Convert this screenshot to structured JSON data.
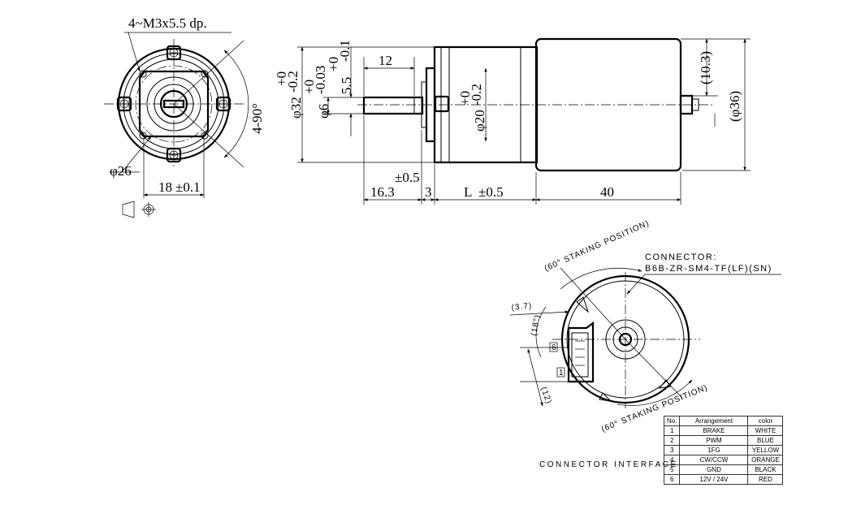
{
  "front_view": {
    "hole_note": "4~M3x5.5 dp.",
    "angle_note": "4-90°",
    "diameter": "φ26",
    "width_dim": "18",
    "width_tol": "±0.1"
  },
  "side_view": {
    "dim_12": "12",
    "dim_shaft_flat": "5.5",
    "dim_shaft_flat_tol_upper": "+0",
    "dim_shaft_flat_tol_lower": "-0.1",
    "dim_shaft_dia": "φ6",
    "dim_shaft_dia_tol_upper": "+0",
    "dim_shaft_dia_tol_lower": "-0.03",
    "dim_gearbox_dia": "φ32",
    "dim_gearbox_dia_tol_upper": "+0",
    "dim_gearbox_dia_tol_lower": "-0.2",
    "dim_pilot_dia": "φ20",
    "dim_pilot_dia_tol_upper": "+0",
    "dim_pilot_dia_tol_lower": "-0.2",
    "dim_16_3": "16.3",
    "dim_16_3_tol": "±0.5",
    "dim_3": "3",
    "dim_L": "L",
    "dim_L_tol": "±0.5",
    "dim_40": "40",
    "dim_10_3": "(10.3)",
    "dim_36": "(φ36)"
  },
  "rear_view": {
    "staking_top": "(60° STAKING POSITION)",
    "staking_bottom": "(60° STAKING POSITION)",
    "connector_label": "CONNECTOR:",
    "connector_part": "B6B-ZR-SM4-TF(LF)(SN)",
    "dim_3_7": "(3.7)",
    "dim_18deg": "(18°)",
    "dim_12": "(12)",
    "pin_6": "6",
    "pin_1": "1"
  },
  "connector_interface": {
    "label": "CONNECTOR INTERFACE",
    "headers": [
      "No.",
      "Arrangement",
      "color"
    ],
    "rows": [
      [
        "1",
        "BRAKE",
        "WHITE"
      ],
      [
        "2",
        "PWM",
        "BLUE"
      ],
      [
        "3",
        "1FG",
        "YELLOW"
      ],
      [
        "4",
        "CW/CCW",
        "ORANGE"
      ],
      [
        "5",
        "GND",
        "BLACK"
      ],
      [
        "6",
        "12V / 24V",
        "RED"
      ]
    ]
  }
}
